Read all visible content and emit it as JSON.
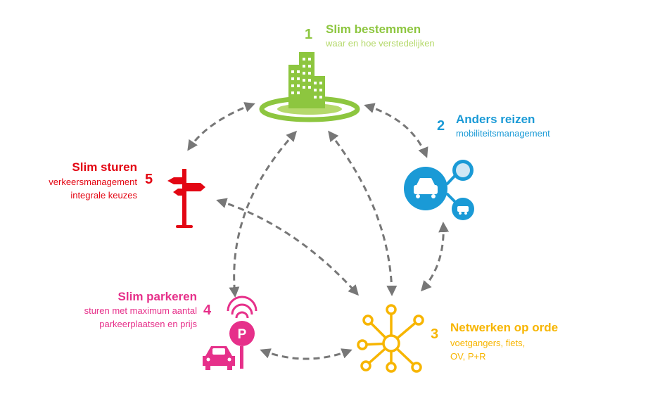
{
  "colors": {
    "green": "#8dc63f",
    "green_light": "#b5d96b",
    "blue": "#1a9ad6",
    "red": "#e30613",
    "pink": "#e6308a",
    "yellow": "#f7b500",
    "arrow": "#777777"
  },
  "nodes": [
    {
      "number": "1",
      "title": "Slim bestemmen",
      "subtitle": [
        "waar en hoe verstedelijken"
      ],
      "icon": "city-buildings-icon",
      "color": "#8dc63f"
    },
    {
      "number": "2",
      "title": "Anders reizen",
      "subtitle": [
        "mobiliteitsmanagement"
      ],
      "icon": "car-search-icon",
      "color": "#1a9ad6"
    },
    {
      "number": "3",
      "title": "Netwerken op orde",
      "subtitle": [
        "voetgangers, fiets,",
        "OV, P+R"
      ],
      "icon": "network-nodes-icon",
      "color": "#f7b500"
    },
    {
      "number": "4",
      "title": "Slim parkeren",
      "subtitle": [
        "sturen met maximum aantal",
        "parkeerplaatsen en prijs"
      ],
      "icon": "parking-car-icon",
      "color": "#e6308a"
    },
    {
      "number": "5",
      "title": "Slim sturen",
      "subtitle": [
        "verkeersmanagement",
        "integrale keuzes"
      ],
      "icon": "signpost-icon",
      "color": "#e30613"
    }
  ]
}
